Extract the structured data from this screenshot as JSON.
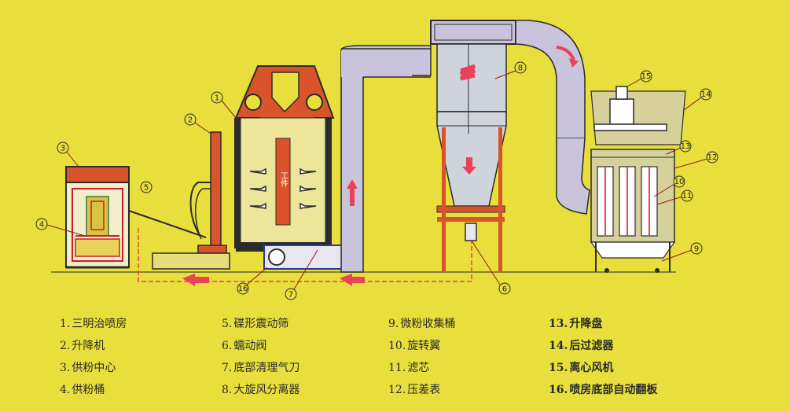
{
  "colors": {
    "background": "#e8de3c",
    "equipment_red": "#d9542a",
    "duct_lavender": "#c9c3dc",
    "frame_red": "#c8202a",
    "outline": "#2b2b2b",
    "flow_arrow": "#e9425a"
  },
  "diagram": {
    "workpiece_label": "工件",
    "callouts": [
      "1",
      "2",
      "3",
      "4",
      "5",
      "6",
      "7",
      "8",
      "9",
      "10",
      "11",
      "12",
      "13",
      "14",
      "15",
      "16"
    ]
  },
  "legend": {
    "col1": [
      {
        "num": "1.",
        "text": "三明治喷房"
      },
      {
        "num": "2.",
        "text": "升降机"
      },
      {
        "num": "3.",
        "text": "供粉中心"
      },
      {
        "num": "4.",
        "text": "供粉桶"
      }
    ],
    "col2": [
      {
        "num": "5.",
        "text": "碟形震动筛"
      },
      {
        "num": "6.",
        "text": "蠕动阀"
      },
      {
        "num": "7.",
        "text": "底部清理气刀"
      },
      {
        "num": "8.",
        "text": "大旋风分离器"
      }
    ],
    "col3": [
      {
        "num": "9.",
        "text": "微粉收集桶"
      },
      {
        "num": "10.",
        "text": "旋转翼"
      },
      {
        "num": "11.",
        "text": "滤芯"
      },
      {
        "num": "12.",
        "text": "压差表"
      }
    ],
    "col4": [
      {
        "num": "13.",
        "text": "升降盘"
      },
      {
        "num": "14.",
        "text": "后过滤器"
      },
      {
        "num": "15.",
        "text": "离心风机"
      },
      {
        "num": "16.",
        "text": "喷房底部自动翻板"
      }
    ]
  }
}
